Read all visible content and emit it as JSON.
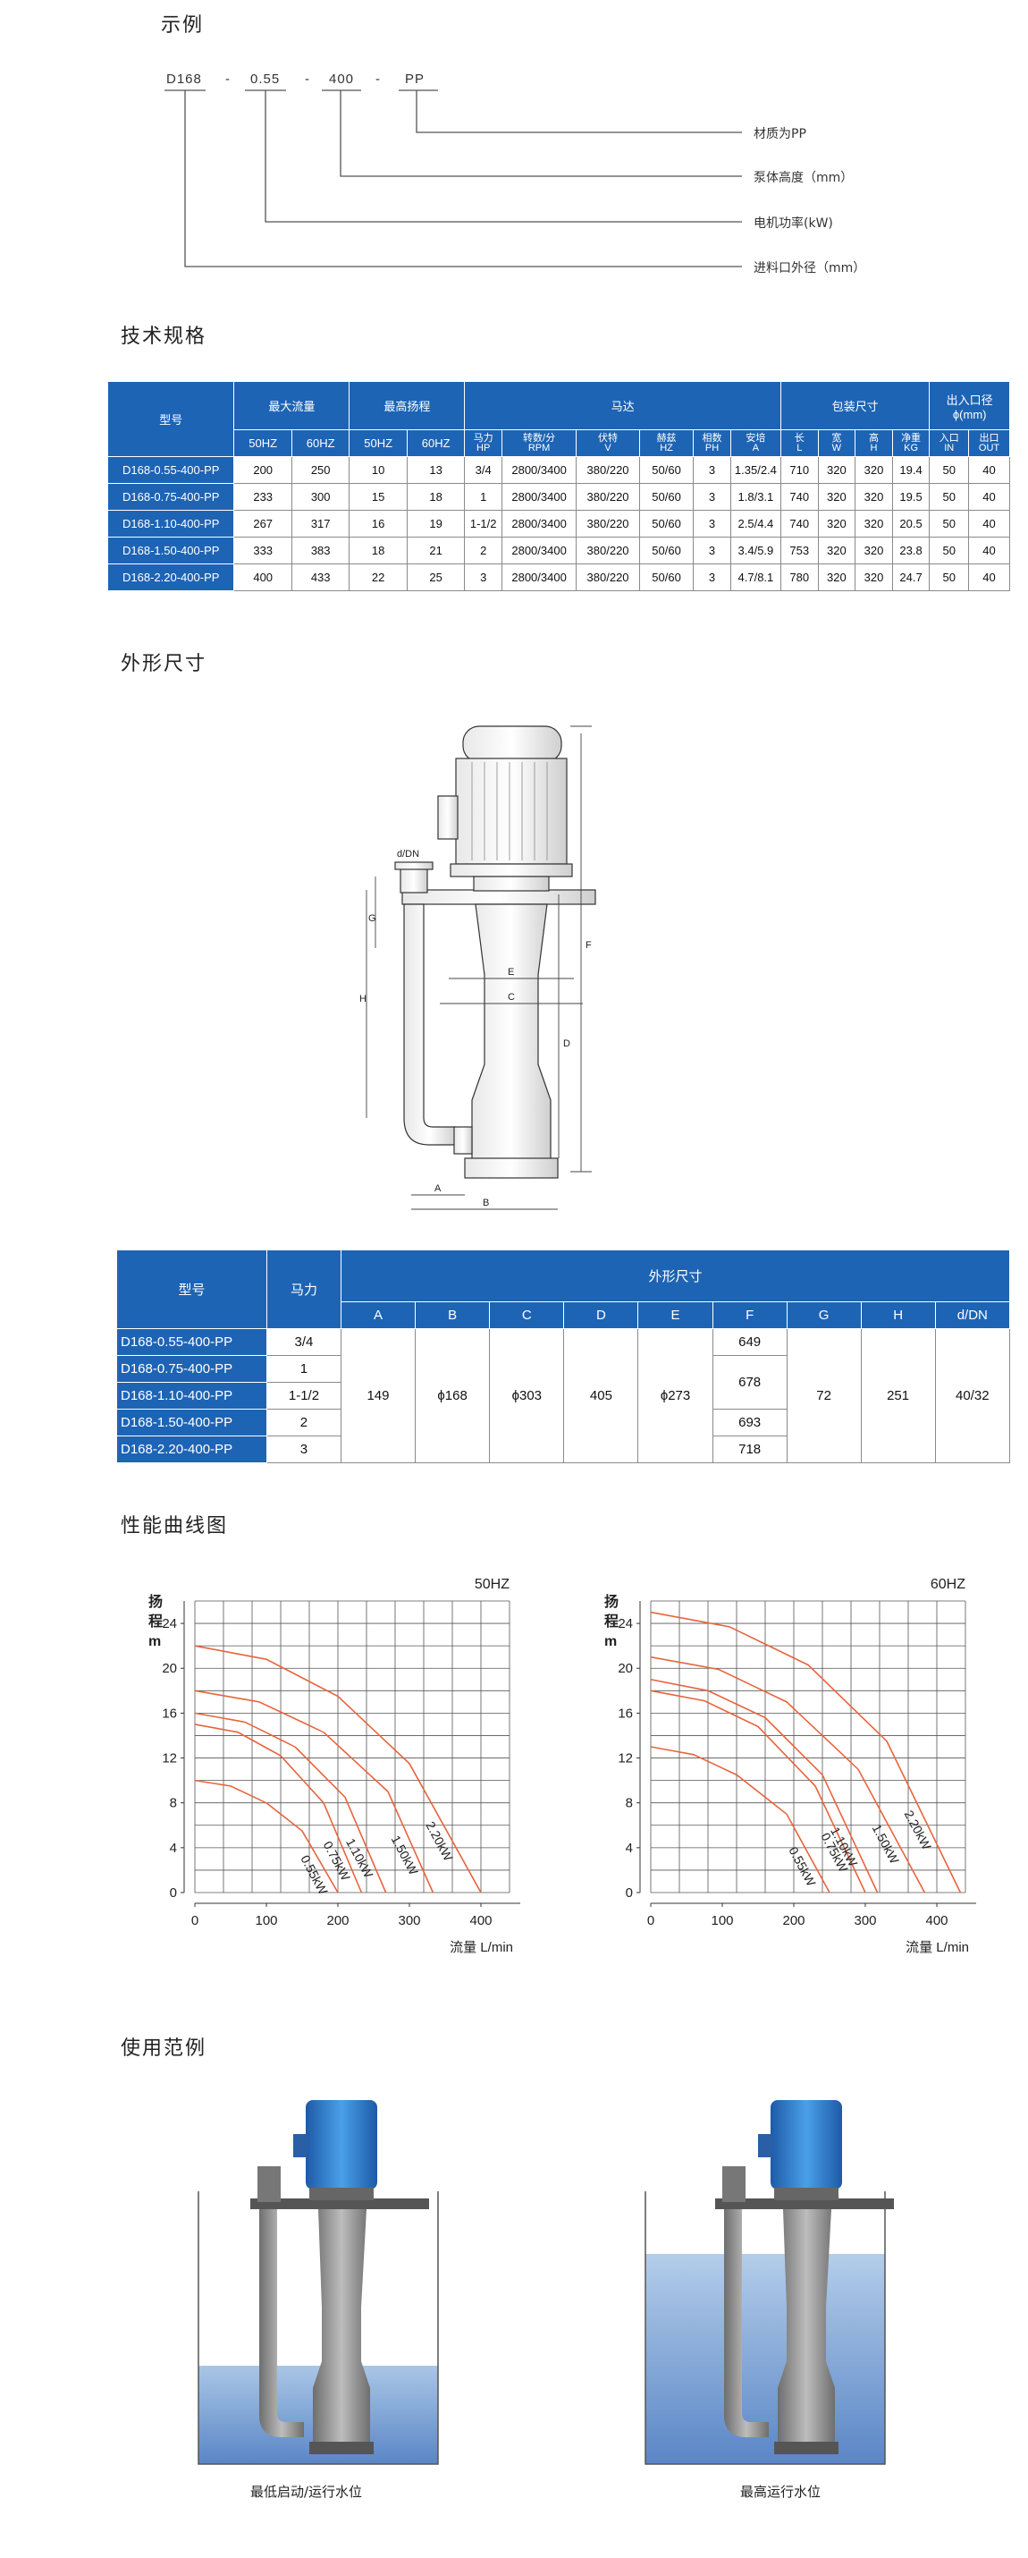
{
  "example": {
    "title": "示例",
    "parts": [
      "D168",
      "-",
      "0.55",
      "-",
      "400",
      "-",
      "PP"
    ],
    "labels": [
      "材质为PP",
      "泵体高度（mm）",
      "电机功率(kW)",
      "进料口外径（mm）"
    ]
  },
  "specs": {
    "title": "技术规格",
    "headers": {
      "model": "型号",
      "max_flow": "最大流量",
      "max_head": "最高扬程",
      "motor": "马达",
      "packing": "包装尺寸",
      "port": "出入口径",
      "port_unit": "ϕ(mm)",
      "hz50": "50HZ",
      "hz60": "60HZ",
      "motor_cols": [
        {
          "cn": "马力",
          "en": "HP"
        },
        {
          "cn": "转数/分",
          "en": "RPM"
        },
        {
          "cn": "伏特",
          "en": "V"
        },
        {
          "cn": "赫兹",
          "en": "HZ"
        },
        {
          "cn": "相数",
          "en": "PH"
        },
        {
          "cn": "安培",
          "en": "A"
        }
      ],
      "pack_cols": [
        {
          "cn": "长",
          "en": "L"
        },
        {
          "cn": "宽",
          "en": "W"
        },
        {
          "cn": "高",
          "en": "H"
        },
        {
          "cn": "净重",
          "en": "KG"
        }
      ],
      "port_cols": [
        {
          "cn": "入口",
          "en": "IN"
        },
        {
          "cn": "出口",
          "en": "OUT"
        }
      ]
    },
    "rows": [
      [
        "D168-0.55-400-PP",
        "200",
        "250",
        "10",
        "13",
        "3/4",
        "2800/3400",
        "380/220",
        "50/60",
        "3",
        "1.35/2.4",
        "710",
        "320",
        "320",
        "19.4",
        "50",
        "40"
      ],
      [
        "D168-0.75-400-PP",
        "233",
        "300",
        "15",
        "18",
        "1",
        "2800/3400",
        "380/220",
        "50/60",
        "3",
        "1.8/3.1",
        "740",
        "320",
        "320",
        "19.5",
        "50",
        "40"
      ],
      [
        "D168-1.10-400-PP",
        "267",
        "317",
        "16",
        "19",
        "1-1/2",
        "2800/3400",
        "380/220",
        "50/60",
        "3",
        "2.5/4.4",
        "740",
        "320",
        "320",
        "20.5",
        "50",
        "40"
      ],
      [
        "D168-1.50-400-PP",
        "333",
        "383",
        "18",
        "21",
        "2",
        "2800/3400",
        "380/220",
        "50/60",
        "3",
        "3.4/5.9",
        "753",
        "320",
        "320",
        "23.8",
        "50",
        "40"
      ],
      [
        "D168-2.20-400-PP",
        "400",
        "433",
        "22",
        "25",
        "3",
        "2800/3400",
        "380/220",
        "50/60",
        "3",
        "4.7/8.1",
        "780",
        "320",
        "320",
        "24.7",
        "50",
        "40"
      ]
    ]
  },
  "dimensions": {
    "title": "外形尺寸",
    "drawing_labels": [
      "d/DN",
      "G",
      "H",
      "E",
      "C",
      "D",
      "F",
      "A",
      "B"
    ],
    "table": {
      "model": "型号",
      "hp": "马力",
      "group": "外形尺寸",
      "cols": [
        "A",
        "B",
        "C",
        "D",
        "E",
        "F",
        "G",
        "H",
        "d/DN"
      ],
      "models": [
        "D168-0.55-400-PP",
        "D168-0.75-400-PP",
        "D168-1.10-400-PP",
        "D168-1.50-400-PP",
        "D168-2.20-400-PP"
      ],
      "hp_values": [
        "3/4",
        "1",
        "1-1/2",
        "2",
        "3"
      ],
      "A": "149",
      "B": "ϕ168",
      "C": "ϕ303",
      "D": "405",
      "E": "ϕ273",
      "F": [
        "649",
        "678",
        "693",
        "718"
      ],
      "G": "72",
      "H": "251",
      "dDN": "40/32"
    }
  },
  "curves": {
    "title": "性能曲线图",
    "y_label": [
      "扬",
      "程",
      "m"
    ],
    "x_label": "流量 L/min",
    "line_color": "#e8643c"
  },
  "chart_data": [
    {
      "type": "line",
      "title": "50HZ",
      "xlabel": "流量 L/min",
      "ylabel": "扬程 m",
      "xlim": [
        0,
        440
      ],
      "ylim": [
        0,
        26
      ],
      "x_ticks": [
        0,
        100,
        200,
        300,
        400
      ],
      "y_ticks": [
        0,
        4,
        8,
        12,
        16,
        20,
        24
      ],
      "grid": true,
      "series": [
        {
          "name": "0.55kW",
          "x": [
            0,
            50,
            100,
            150,
            200
          ],
          "y": [
            10,
            9.5,
            8,
            5.5,
            0
          ]
        },
        {
          "name": "0.75kW",
          "x": [
            0,
            60,
            120,
            180,
            233
          ],
          "y": [
            15,
            14.3,
            12.2,
            8,
            0
          ]
        },
        {
          "name": "1.10kW",
          "x": [
            0,
            70,
            140,
            210,
            267
          ],
          "y": [
            16,
            15.2,
            13,
            8.5,
            0
          ]
        },
        {
          "name": "1.50kW",
          "x": [
            0,
            90,
            180,
            270,
            333
          ],
          "y": [
            18,
            17,
            14.3,
            9,
            0
          ]
        },
        {
          "name": "2.20kW",
          "x": [
            0,
            100,
            200,
            300,
            400
          ],
          "y": [
            22,
            20.8,
            17.5,
            11.5,
            0
          ]
        }
      ]
    },
    {
      "type": "line",
      "title": "60HZ",
      "xlabel": "流量 L/min",
      "ylabel": "扬程 m",
      "xlim": [
        0,
        440
      ],
      "ylim": [
        0,
        26
      ],
      "x_ticks": [
        0,
        100,
        200,
        300,
        400
      ],
      "y_ticks": [
        0,
        4,
        8,
        12,
        16,
        20,
        24
      ],
      "grid": true,
      "series": [
        {
          "name": "0.55kW",
          "x": [
            0,
            60,
            120,
            190,
            250
          ],
          "y": [
            13,
            12.3,
            10.5,
            7,
            0
          ]
        },
        {
          "name": "0.75kW",
          "x": [
            0,
            75,
            150,
            230,
            300
          ],
          "y": [
            18,
            17.1,
            14.8,
            9.5,
            0
          ]
        },
        {
          "name": "1.10kW",
          "x": [
            0,
            80,
            160,
            240,
            317
          ],
          "y": [
            19,
            18,
            15.6,
            10.5,
            0
          ]
        },
        {
          "name": "1.50kW",
          "x": [
            0,
            95,
            190,
            290,
            383
          ],
          "y": [
            21,
            19.9,
            17,
            11,
            0
          ]
        },
        {
          "name": "2.20kW",
          "x": [
            0,
            110,
            220,
            330,
            433
          ],
          "y": [
            25,
            23.7,
            20.3,
            13.5,
            0
          ]
        }
      ]
    }
  ],
  "usage": {
    "title": "使用范例",
    "captions": [
      "最低启动/运行水位",
      "最高运行水位"
    ]
  }
}
